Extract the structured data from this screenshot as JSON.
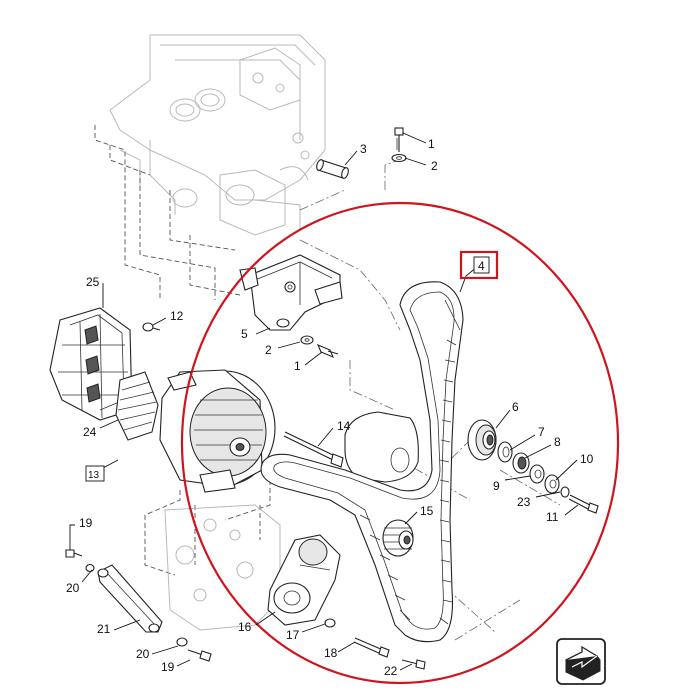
{
  "diagram": {
    "callouts": [
      {
        "id": "c1a",
        "text": "1"
      },
      {
        "id": "c2a",
        "text": "2"
      },
      {
        "id": "c3",
        "text": "3"
      },
      {
        "id": "c4",
        "text": "4"
      },
      {
        "id": "c25",
        "text": "25"
      },
      {
        "id": "c12",
        "text": "12"
      },
      {
        "id": "c5",
        "text": "5"
      },
      {
        "id": "c2b",
        "text": "2"
      },
      {
        "id": "c1b",
        "text": "1"
      },
      {
        "id": "c6",
        "text": "6"
      },
      {
        "id": "c7",
        "text": "7"
      },
      {
        "id": "c8",
        "text": "8"
      },
      {
        "id": "c10",
        "text": "10"
      },
      {
        "id": "c9",
        "text": "9"
      },
      {
        "id": "c23",
        "text": "23"
      },
      {
        "id": "c11",
        "text": "11"
      },
      {
        "id": "c14",
        "text": "14"
      },
      {
        "id": "c24",
        "text": "24"
      },
      {
        "id": "c13",
        "text": "13"
      },
      {
        "id": "c15",
        "text": "15"
      },
      {
        "id": "c19a",
        "text": "19"
      },
      {
        "id": "c20a",
        "text": "20"
      },
      {
        "id": "c21",
        "text": "21"
      },
      {
        "id": "c16",
        "text": "16"
      },
      {
        "id": "c17",
        "text": "17"
      },
      {
        "id": "c18",
        "text": "18"
      },
      {
        "id": "c20b",
        "text": "20"
      },
      {
        "id": "c19b",
        "text": "19"
      },
      {
        "id": "c22",
        "text": "22"
      }
    ],
    "colors": {
      "highlight": "#d0141c",
      "line": "#222222",
      "ghost": "#b9b9b9"
    },
    "nav_icon": "next-page-arrow-icon"
  }
}
